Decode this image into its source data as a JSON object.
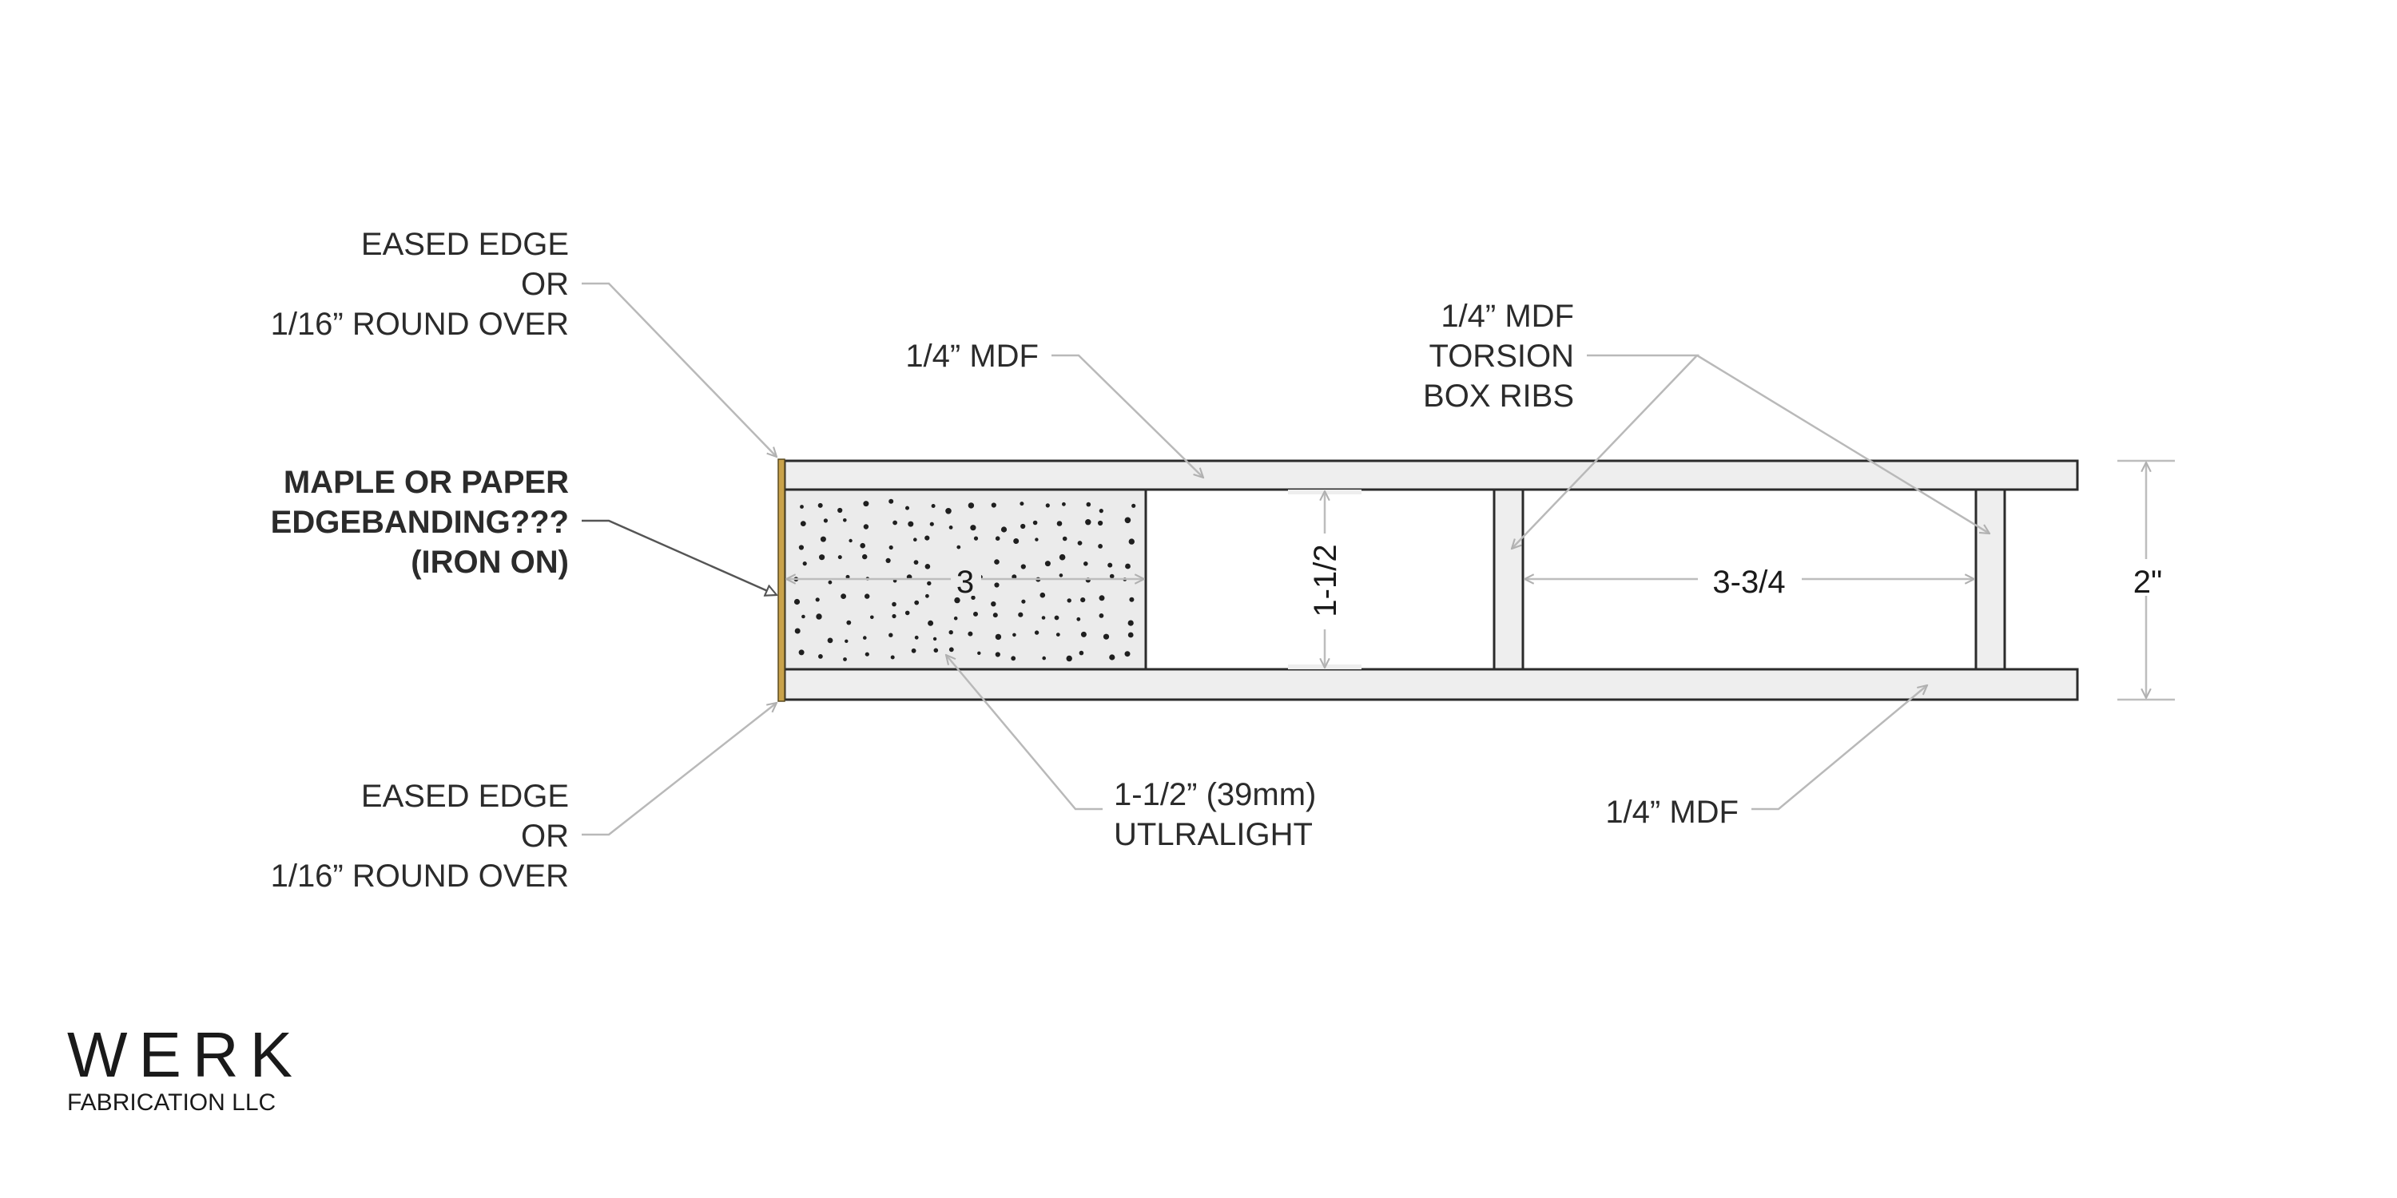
{
  "callouts": {
    "eased_edge_top": [
      "EASED EDGE",
      "OR",
      "1/16” ROUND OVER"
    ],
    "edgebanding": [
      "MAPLE OR PAPER",
      "EDGEBANDING???",
      "(IRON ON)"
    ],
    "eased_edge_bottom": [
      "EASED EDGE",
      "OR",
      "1/16” ROUND OVER"
    ],
    "mdf_top": "1/4” MDF",
    "torsion_ribs": [
      "1/4” MDF",
      "TORSION",
      "BOX RIBS"
    ],
    "core": [
      "1-1/2” (39mm)",
      "UTLRALIGHT"
    ],
    "mdf_bottom": "1/4” MDF"
  },
  "dimensions": {
    "core_width": "3",
    "core_height": "1-1/2",
    "rib_spacing": "3-3/4",
    "overall_height": "2\""
  },
  "logo": {
    "name": "WERK",
    "subtitle": "FABRICATION LLC"
  },
  "colors": {
    "edgebanding": "#c9a24a",
    "panel_fill": "#eeeeee",
    "outline": "#2b2b2b",
    "leader": "#b9b9b9"
  }
}
